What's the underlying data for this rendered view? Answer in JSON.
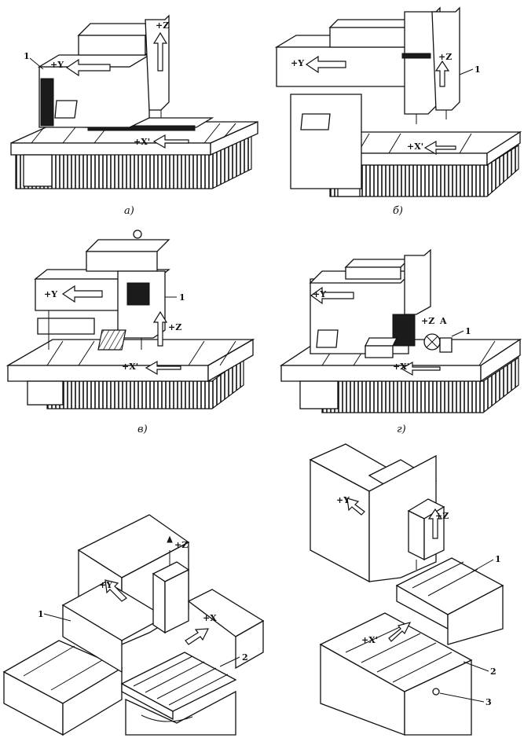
{
  "figures": [
    {
      "id": "a",
      "caption": "а)",
      "labels": [
        "1",
        "+Y",
        "+Z",
        "+X'"
      ]
    },
    {
      "id": "b",
      "caption": "б)",
      "labels": [
        "+Y",
        "+Z",
        "1",
        "+X'"
      ]
    },
    {
      "id": "v",
      "caption": "в)",
      "labels": [
        "+Y",
        "1",
        "+Z",
        "+X'"
      ]
    },
    {
      "id": "g",
      "caption": "г)",
      "labels": [
        "+Y",
        "+Z",
        "A",
        "1",
        "+X'"
      ]
    },
    {
      "id": "d",
      "caption": "",
      "labels": [
        "+Z",
        "+Y",
        "1",
        "+X",
        "2"
      ]
    },
    {
      "id": "e",
      "caption": "",
      "labels": [
        "+Y",
        "+Z",
        "1",
        "+X'",
        "2",
        "3"
      ]
    }
  ]
}
